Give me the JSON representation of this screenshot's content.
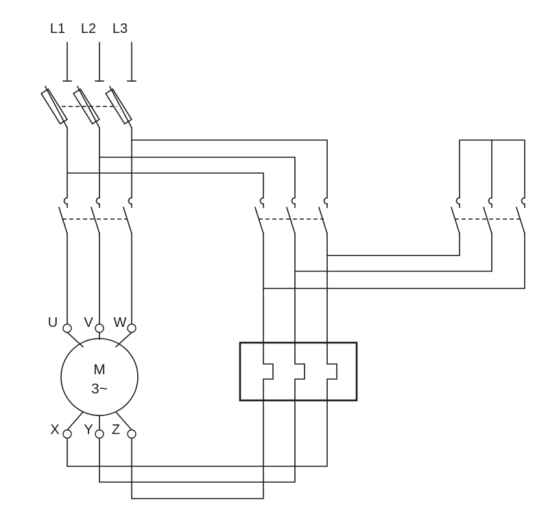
{
  "supply": {
    "l1": "L1",
    "l2": "L2",
    "l3": "L3"
  },
  "motor": {
    "name": "M",
    "type": "3~",
    "terminals": {
      "u": "U",
      "v": "V",
      "w": "W",
      "x": "X",
      "y": "Y",
      "z": "Z"
    }
  },
  "colors": {
    "line": "#1a1a1a",
    "background": "#ffffff"
  }
}
